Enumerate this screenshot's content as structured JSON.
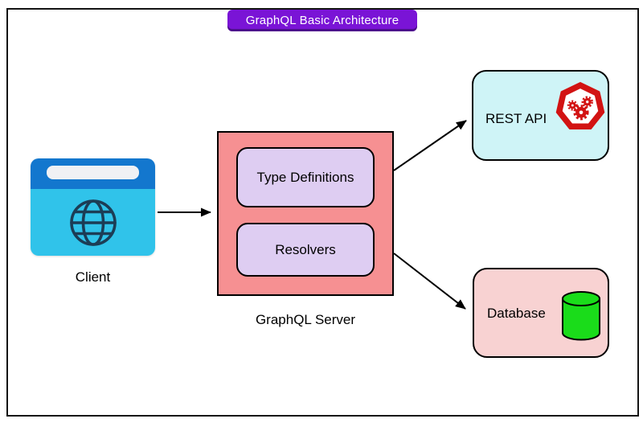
{
  "banner": {
    "label": "GraphQL Basic Architecture"
  },
  "nodes": {
    "client": {
      "label": "Client",
      "icon": "browser-globe-icon"
    },
    "server": {
      "label": "GraphQL Server",
      "children": [
        {
          "label": "Type Definitions"
        },
        {
          "label": "Resolvers"
        }
      ]
    },
    "rest_api": {
      "label": "REST API",
      "icon": "api-gears-heptagon-icon"
    },
    "database": {
      "label": "Database",
      "icon": "database-cylinder-icon"
    }
  },
  "edges": [
    {
      "from": "client",
      "to": "graphql-server"
    },
    {
      "from": "graphql-server",
      "to": "rest-api"
    },
    {
      "from": "graphql-server",
      "to": "database"
    }
  ],
  "colors": {
    "banner_bg": "#7A14D6",
    "banner_text": "#FFFFFF",
    "server_fill": "#F69092",
    "server_child_fill": "#DECDF2",
    "rest_api_fill": "#CFF4F7",
    "database_fill": "#F8D2D2",
    "client_top_bar": "#1377CE",
    "client_body": "#30C3EA",
    "globe_stroke": "#1C3D56",
    "database_icon_green": "#1ADC1A",
    "api_icon_red": "#D21313",
    "outline": "#000000"
  }
}
